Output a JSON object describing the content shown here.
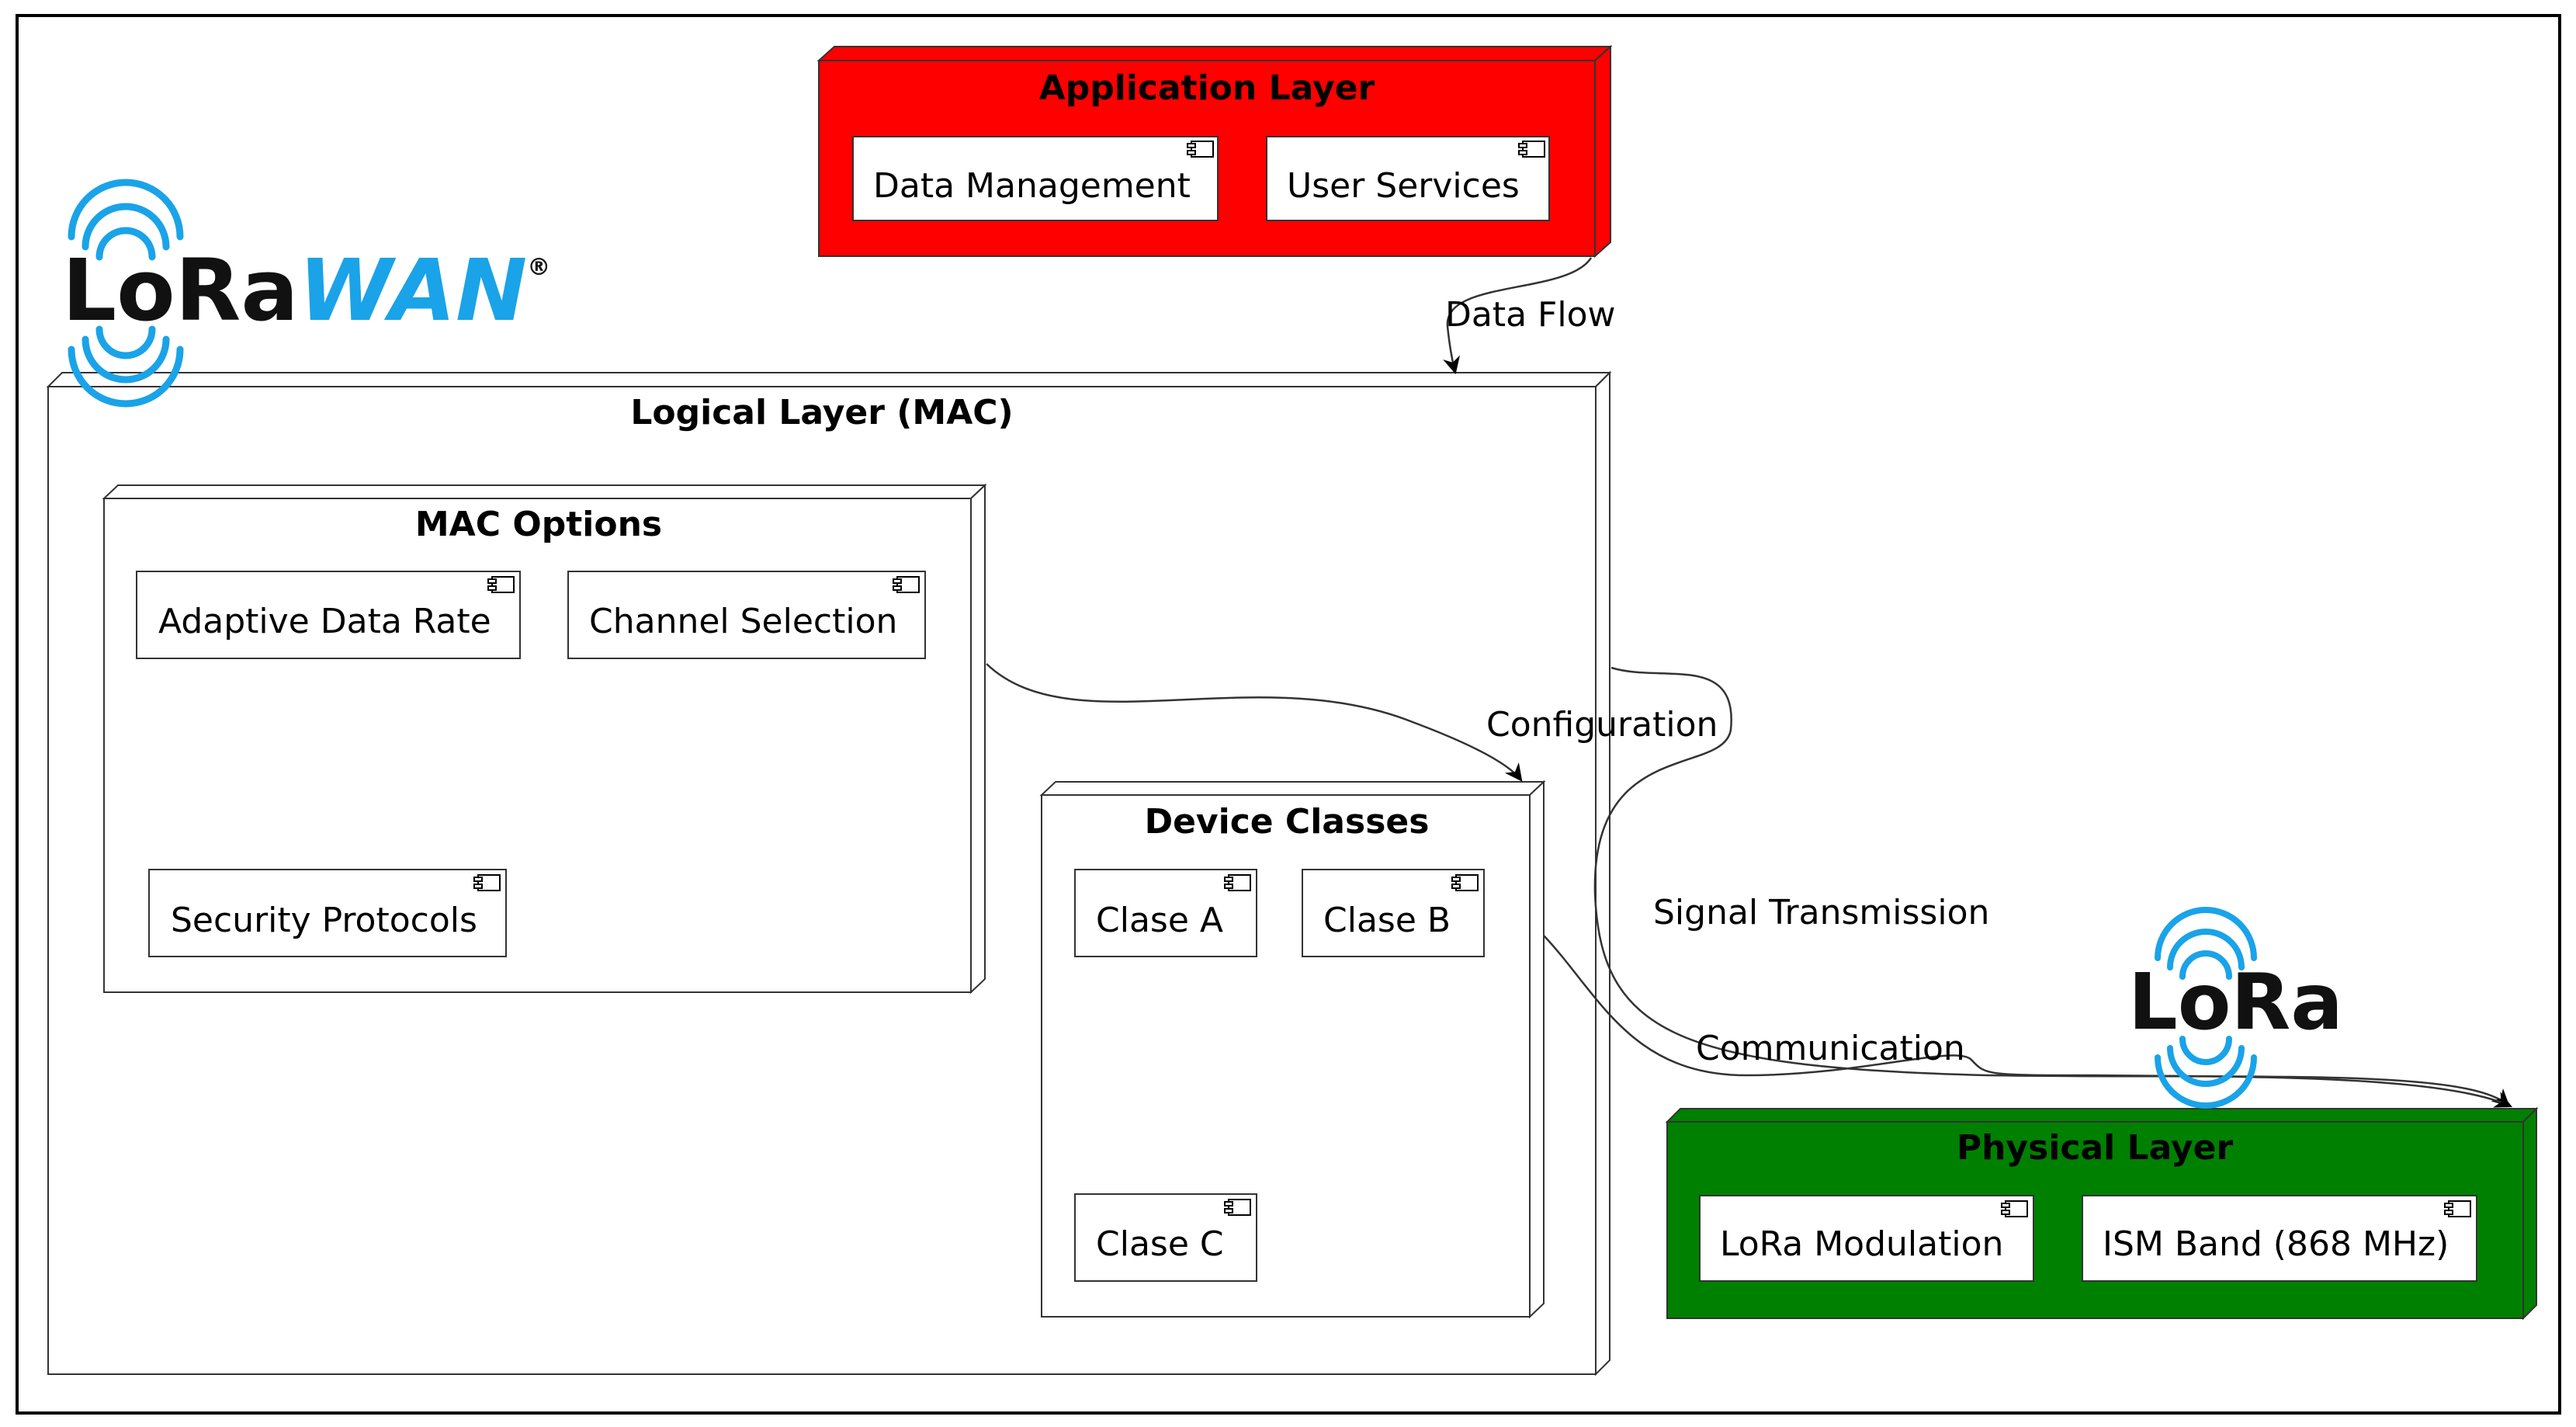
{
  "diagram": {
    "application_layer": {
      "title": "Application Layer",
      "color": "#ff0000",
      "components": [
        "Data Management",
        "User Services"
      ]
    },
    "logical_layer": {
      "title": "Logical Layer (MAC)",
      "mac_options": {
        "title": "MAC Options",
        "components": [
          "Adaptive Data Rate",
          "Channel Selection",
          "Security Protocols"
        ]
      },
      "device_classes": {
        "title": "Device Classes",
        "components": [
          "Clase A",
          "Clase B",
          "Clase C"
        ]
      }
    },
    "physical_layer": {
      "title": "Physical Layer",
      "color": "#008000",
      "components": [
        "LoRa Modulation",
        "ISM Band (868 MHz)"
      ]
    },
    "edges": {
      "data_flow": "Data Flow",
      "configuration": "Configuration",
      "signal_transmission": "Signal Transmission",
      "communication": "Communication"
    },
    "logos": {
      "lorawan": {
        "part1": "LoRa",
        "part2": "WAN",
        "mark": "®",
        "accent": "#1aa3e8"
      },
      "lora": {
        "text": "LoRa",
        "accent": "#1aa3e8"
      }
    }
  }
}
